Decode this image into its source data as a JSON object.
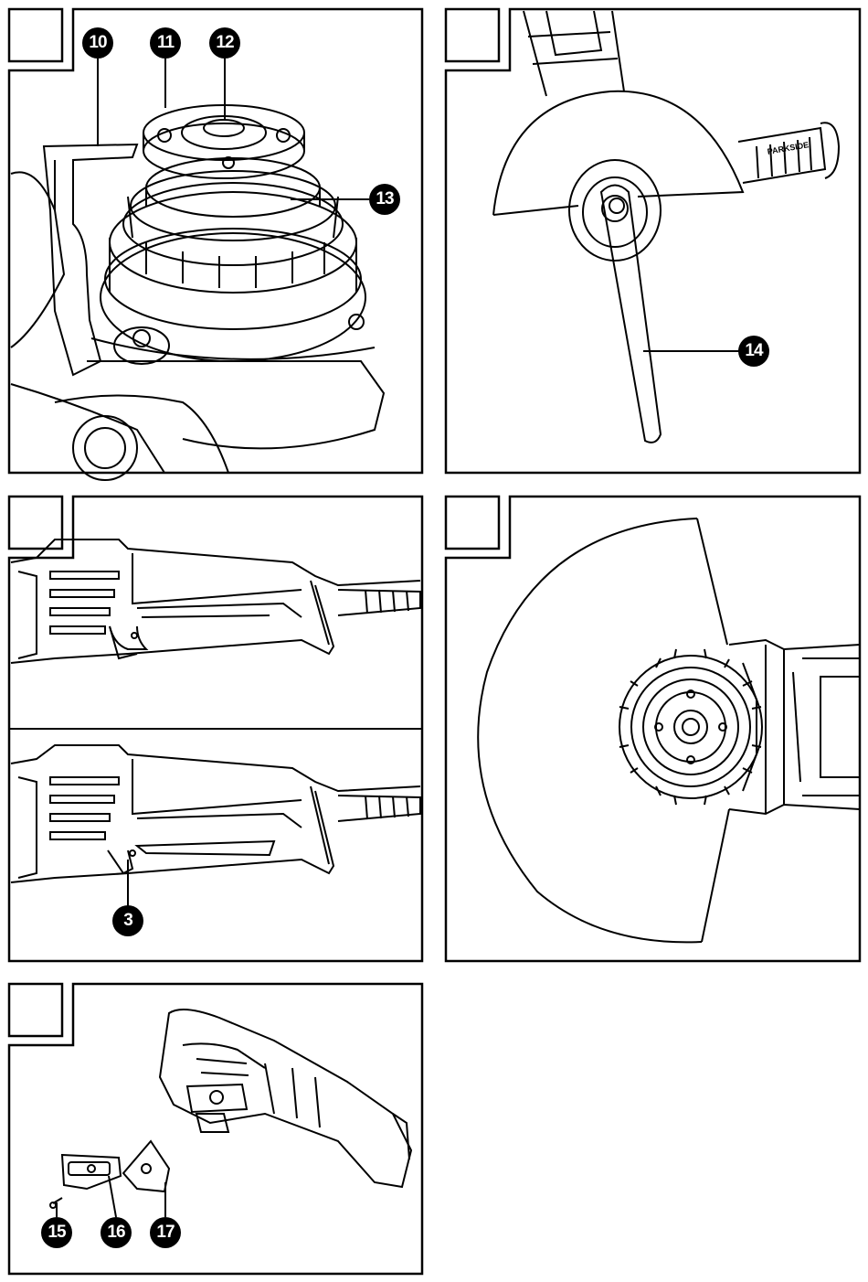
{
  "page": {
    "figures": [
      {
        "callouts": [
          {
            "text": "10"
          },
          {
            "text": "11"
          },
          {
            "text": "12"
          },
          {
            "text": "13"
          }
        ]
      },
      {
        "callouts": [
          {
            "text": "14"
          }
        ],
        "handle_brand_text": "PARKSIDE"
      },
      {
        "callouts": [
          {
            "text": "3"
          }
        ]
      },
      {
        "callouts": []
      },
      {
        "callouts": [
          {
            "text": "15"
          },
          {
            "text": "16"
          },
          {
            "text": "17"
          }
        ]
      }
    ]
  }
}
